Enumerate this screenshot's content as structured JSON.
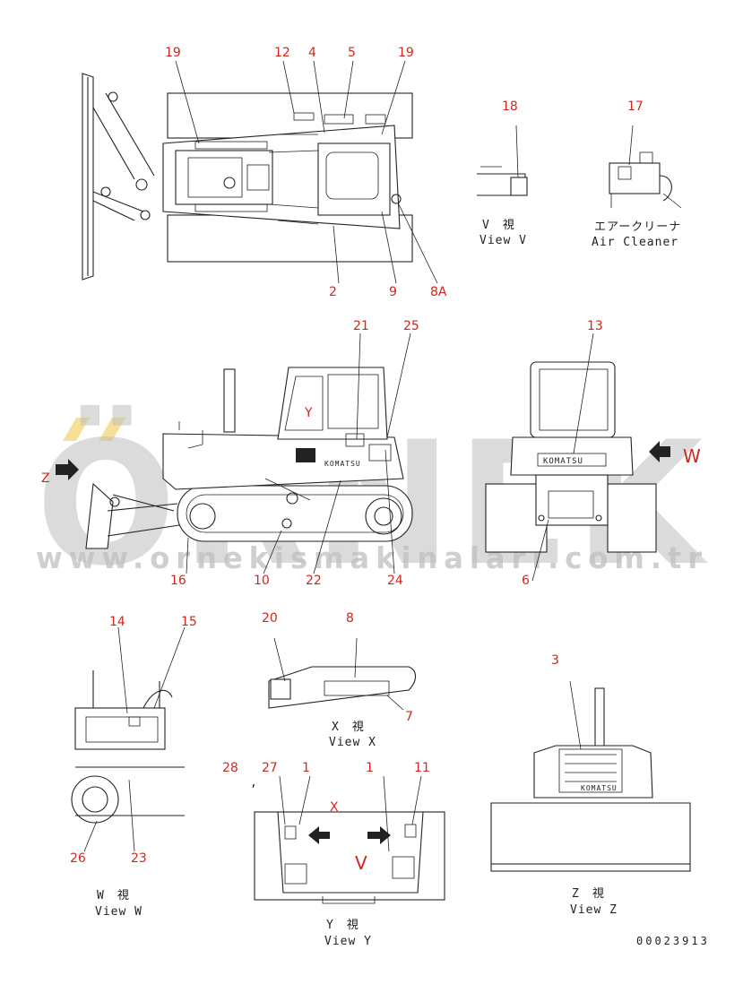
{
  "watermark": {
    "brand": "ÖRNEK",
    "url": "www.ornekismakinalari.com.tr",
    "colors": {
      "gray": "#bfbfbf",
      "accent": "#f2d26b"
    }
  },
  "callouts": {
    "c19a": "19",
    "c12": "12",
    "c4": "4",
    "c5": "5",
    "c19b": "19",
    "c2": "2",
    "c9": "9",
    "c8a": "8A",
    "c18": "18",
    "c17": "17",
    "c21": "21",
    "c25": "25",
    "c13": "13",
    "c16": "16",
    "c10": "10",
    "c22": "22",
    "c24": "24",
    "c6": "6",
    "c14": "14",
    "c15": "15",
    "c20": "20",
    "c8": "8",
    "c7": "7",
    "c3": "3",
    "c28": "28",
    "c27": "27",
    "c1a": "1",
    "c1b": "1",
    "c11": "11",
    "c26": "26",
    "c23": "23"
  },
  "view_letters": {
    "Z": "Z",
    "Y": "Y",
    "W": "W",
    "X": "X",
    "V": "V"
  },
  "captions": {
    "view_v_jp": "V　視",
    "view_v": "View V",
    "air_cleaner_jp": "エアークリーナ",
    "air_cleaner": "Air Cleaner",
    "view_x_jp": "X　視",
    "view_x": "View X",
    "view_w_jp": "W　視",
    "view_w": "View W",
    "view_y_jp": "Y　視",
    "view_y": "View Y",
    "view_z_jp": "Z　視",
    "view_z": "View Z"
  },
  "decal_text": "KOMATSU",
  "doc_number": "00023913",
  "separator": ","
}
